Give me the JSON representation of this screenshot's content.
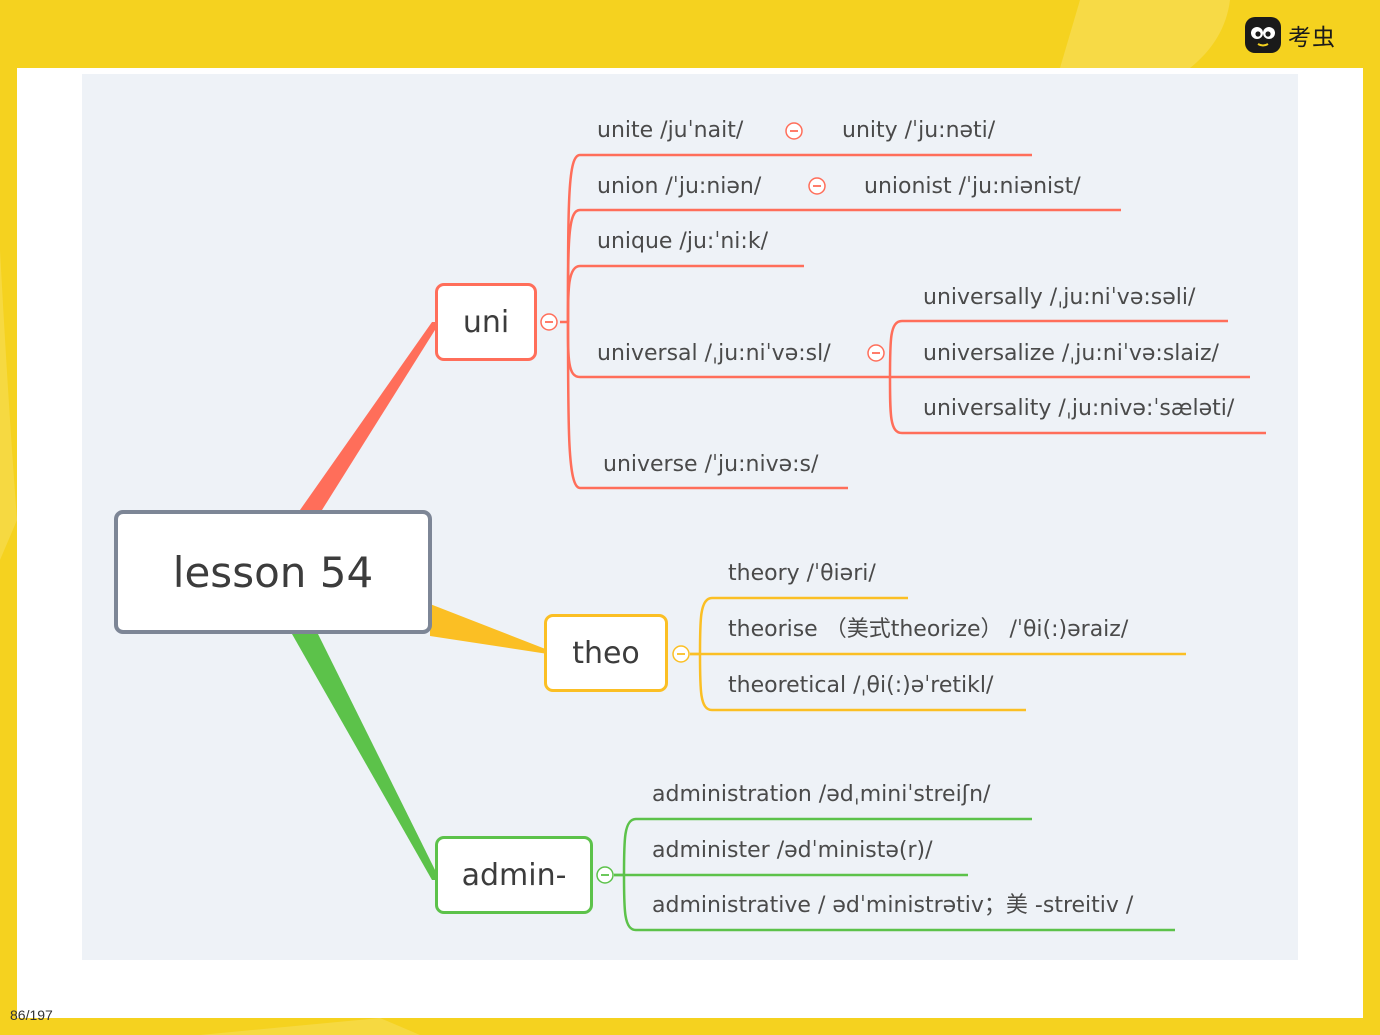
{
  "brand": {
    "name": "考虫",
    "icon": "bug-face-logo-icon"
  },
  "page": {
    "counter": "86/197"
  },
  "colors": {
    "background": "#f5d21f",
    "uni_branch": "#ff6e5a",
    "theo_branch": "#fbbf24",
    "admin_branch": "#5cc24a",
    "root_border": "#7d8696"
  },
  "mindmap": {
    "root": "lesson 54",
    "uni": {
      "label": "uni",
      "words": [
        {
          "word": "unite  /juˈnait/",
          "related": "unity  /ˈju:nəti/"
        },
        {
          "word": "union  /ˈju:niən/",
          "related": "unionist  /ˈju:niənist/"
        },
        {
          "word": "unique  /ju:ˈni:k/"
        },
        {
          "word": "universal /ˌju:niˈvə:sl/",
          "related": [
            "universally /ˌju:niˈvə:səli/",
            "universalize /ˌju:niˈvə:slaiz/",
            "universality /ˌju:nivə:ˈsæləti/"
          ]
        },
        {
          "word": "universe /ˈju:nivə:s/"
        }
      ]
    },
    "theo": {
      "label": "theo",
      "words": [
        "theory /ˈθiəri/",
        "theorise （美式theorize）  /ˈθi(:)əraiz/",
        "theoretical /ˌθi(:)əˈretikl/"
      ]
    },
    "admin": {
      "label": "admin-",
      "words": [
        "administration /ədˌminiˈstreiʃn/",
        "administer /ədˈministə(r)/",
        "administrative / ədˈministrətiv；美 -streitiv /"
      ]
    }
  }
}
